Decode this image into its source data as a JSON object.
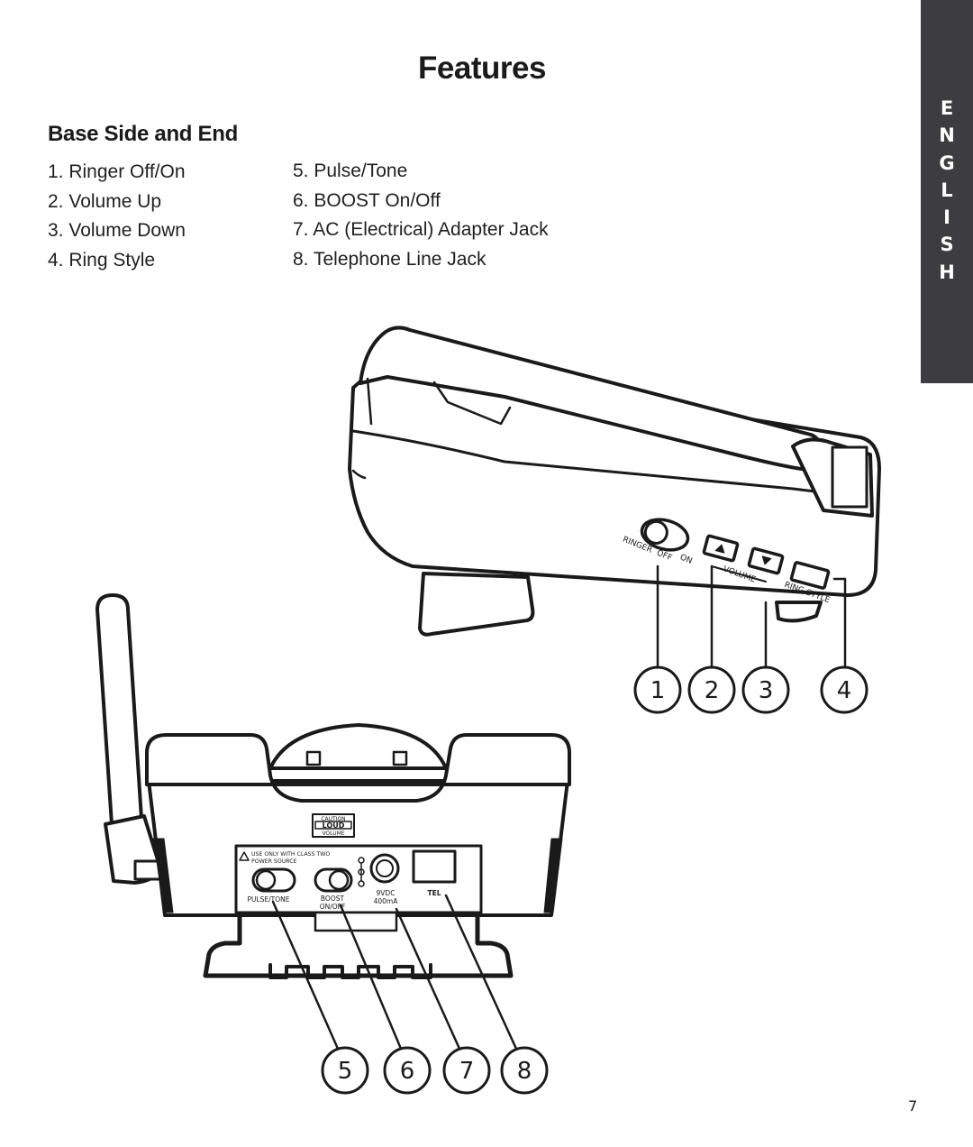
{
  "page": {
    "title": "Features",
    "section_heading": "Base Side and End",
    "page_number": "7"
  },
  "side_tab": {
    "letters": [
      "E",
      "N",
      "G",
      "L",
      "I",
      "S",
      "H"
    ]
  },
  "features": {
    "column1": [
      "1. Ringer Off/On",
      "2. Volume Up",
      "3. Volume Down",
      "4. Ring Style"
    ],
    "column2": [
      "5. Pulse/Tone",
      "6. BOOST On/Off",
      "7. AC (Electrical) Adapter Jack",
      "8. Telephone Line Jack"
    ]
  },
  "diagram": {
    "side_view_labels": {
      "ringer": "RINGER",
      "off": "OFF",
      "on": "ON",
      "volume": "VOLUME",
      "ring_style": "RING STYLE"
    },
    "end_view_labels": {
      "caution": "CAUTION",
      "loud": "LOUD",
      "volume": "VOLUME",
      "warning_line1": "USE ONLY WITH CLASS TWO",
      "warning_line2": "POWER SOURCE",
      "pulse_tone": "PULSE/TONE",
      "boost": "BOOST",
      "on_off": "ON/OFF",
      "voltage": "9VDC",
      "current": "400mA",
      "tel": "TEL"
    },
    "callouts": {
      "top": [
        "1",
        "2",
        "3",
        "4"
      ],
      "bottom": [
        "5",
        "6",
        "7",
        "8"
      ]
    }
  }
}
